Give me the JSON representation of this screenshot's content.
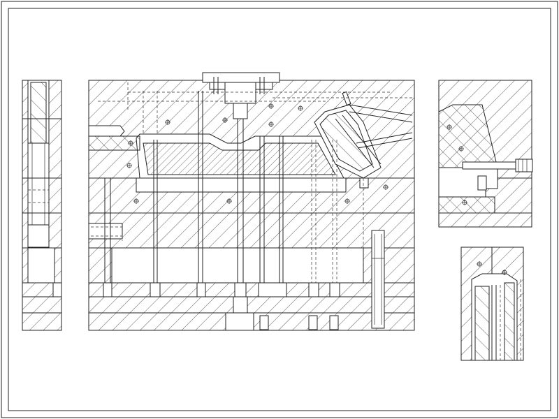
{
  "drawing": {
    "kind": "injection-mold-assembly",
    "views": [
      {
        "id": "left-side-section"
      },
      {
        "id": "main-front-section"
      },
      {
        "id": "right-detail-upper"
      },
      {
        "id": "right-detail-lower"
      }
    ],
    "colors": {
      "line": "#222222",
      "background": "#ffffff"
    }
  }
}
